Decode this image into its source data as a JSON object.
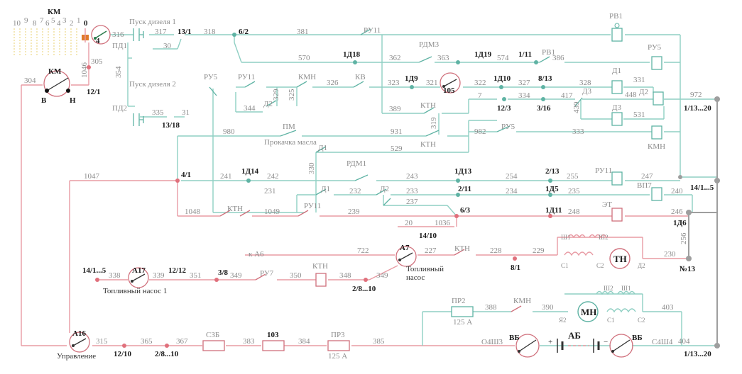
{
  "controller": {
    "title": "КМ",
    "scale": [
      "10",
      "9",
      "8",
      "7",
      "6",
      "5",
      "4",
      "3",
      "2",
      "1",
      "0"
    ]
  },
  "reverser": {
    "title": "КМ",
    "left": "В",
    "right": "Н"
  },
  "labels": {
    "start_diesel_1": "Пуск дизеля 1",
    "start_diesel_2": "Пуск дизеля 2",
    "oil_priming": "Прокачка масла",
    "fuel_pump_1": "Топливный насос 1",
    "fuel_pump": "Топливный\nнасос",
    "control": "Управление",
    "to_a6": "к А6",
    "battery": "АБ"
  },
  "components": {
    "pd1": "ПД1",
    "pd2": "ПД2",
    "ru11_a": "РУ11",
    "rdm3": "РДМ3",
    "rv1_top": "РВ1",
    "rv1": "РВ1",
    "ru5_r": "РУ5",
    "ru5_a": "РУ5",
    "ru11_b": "РУ11",
    "kmn_a": "КМН",
    "kv": "КВ",
    "d2_a": "Д2",
    "d1_a": "Д1",
    "d2_b": "Д2",
    "d3_a": "Д3",
    "d3_b": "Д3",
    "ktn_a": "КТН",
    "ktn_b": "КТН",
    "pm": "ПМ",
    "ru5_b": "РУ5",
    "kmn_b": "КМН",
    "d1_b": "Д1",
    "rdm1": "РДМ1",
    "ru11_c": "РУ11",
    "d1_c": "Д1",
    "d2_c": "Д2",
    "vp7": "ВП7",
    "ktn_c": "КТН",
    "ru11_d": "РУ11",
    "et": "ЭТ",
    "ktn_d": "КТН",
    "ktn_e": "КТН",
    "ru7": "РУ7",
    "sh1_a": "Ш1",
    "sh2_a": "Ш2",
    "c1_a": "С1",
    "c2_a": "С2",
    "d2_m": "Д2",
    "tn": "ТН",
    "pr2": "ПР2",
    "kmn_c": "КМН",
    "ya2": "Я2",
    "mn": "МН",
    "c1_b": "С1",
    "c2_b": "С2",
    "sh2_b": "Ш2",
    "sh1_b": "Ш1",
    "sz5": "СЗБ",
    "fuse103": "103",
    "pr3": "ПР3",
    "vb_a": "ВБ",
    "vb_b": "ВБ",
    "o4sh3": "О4Ш3",
    "s4sh4": "С4Ш4",
    "plus": "+",
    "minus": "−",
    "a4": "4",
    "a105": "105",
    "a17": "А17",
    "a7": "А7",
    "a16": "А16"
  },
  "ratings": {
    "pr2": "125 А",
    "pr3": "125 А"
  },
  "wires": {
    "w316": "316",
    "w317": "317",
    "w318": "318",
    "w381": "381",
    "w30": "30",
    "w570": "570",
    "w362": "362",
    "w363": "363",
    "w574": "574",
    "w386": "386",
    "w354": "354",
    "w1046": "1046",
    "w305": "305",
    "w304": "304",
    "w344": "344",
    "w329": "329",
    "w325": "325",
    "w326": "326",
    "w323": "323",
    "w321": "321",
    "w322": "322",
    "w327": "327",
    "w328": "328",
    "w331": "331",
    "w448": "448",
    "w7": "7",
    "w334": "334",
    "w417": "417",
    "w439": "439",
    "w972": "972",
    "w389": "389",
    "w531": "531",
    "w335": "335",
    "w31": "31",
    "w319": "319",
    "w980": "980",
    "w931": "931",
    "w982": "982",
    "w333": "333",
    "w529": "529",
    "w330": "330",
    "w1047": "1047",
    "w241": "241",
    "w242": "242",
    "w243": "243",
    "w254": "254",
    "w255": "255",
    "w247": "247",
    "w231": "231",
    "w232": "232",
    "w233": "233",
    "w234": "234",
    "w235": "235",
    "w240": "240",
    "w237": "237",
    "w1048": "1048",
    "w1049": "1049",
    "w239": "239",
    "w248": "248",
    "w246": "246",
    "w20": "20",
    "w1036": "1036",
    "w256": "256",
    "w722": "722",
    "w227": "227",
    "w228": "228",
    "w229": "229",
    "w230": "230",
    "w338": "338",
    "w339": "339",
    "w351": "351",
    "w349a": "349",
    "w350": "350",
    "w348": "348",
    "w349b": "349",
    "w388": "388",
    "w390": "390",
    "w403": "403",
    "w315": "315",
    "w365": "365",
    "w367": "367",
    "w383": "383",
    "w384": "384",
    "w385": "385",
    "w404": "404"
  },
  "terminals": {
    "t13_1": "13/1",
    "t6_2": "6/2",
    "t1d18": "1Д18",
    "t1d19": "1Д19",
    "t1_11": "1/11",
    "t12_1": "12/1",
    "t1d9": "1Д9",
    "t1d10": "1Д10",
    "t8_13": "8/13",
    "t12_3": "12/3",
    "t3_16": "3/16",
    "t1_13_20a": "1/13...20",
    "t13_18": "13/18",
    "t4_1": "4/1",
    "t1d14": "1Д14",
    "t1d13": "1Д13",
    "t2_13": "2/13",
    "t14_1_5a": "14/1...5",
    "t2_11": "2/11",
    "t1d5": "1Д5",
    "t6_3": "6/3",
    "t1d11": "1Д11",
    "t1d6": "1Д6",
    "t14_10": "14/10",
    "t8_1": "8/1",
    "n13": "№13",
    "t14_1_5b": "14/1...5",
    "t12_12": "12/12",
    "t3_8": "3/8",
    "t2_8_10a": "2/8...10",
    "t12_10": "12/10",
    "t2_8_10b": "2/8...10",
    "t1_13_20b": "1/13...20"
  },
  "colors": {
    "teal": "#8fcfc3",
    "pink": "#e89ba4",
    "gray": "#9e9e9e",
    "switch_accent": "#e07a2a"
  }
}
